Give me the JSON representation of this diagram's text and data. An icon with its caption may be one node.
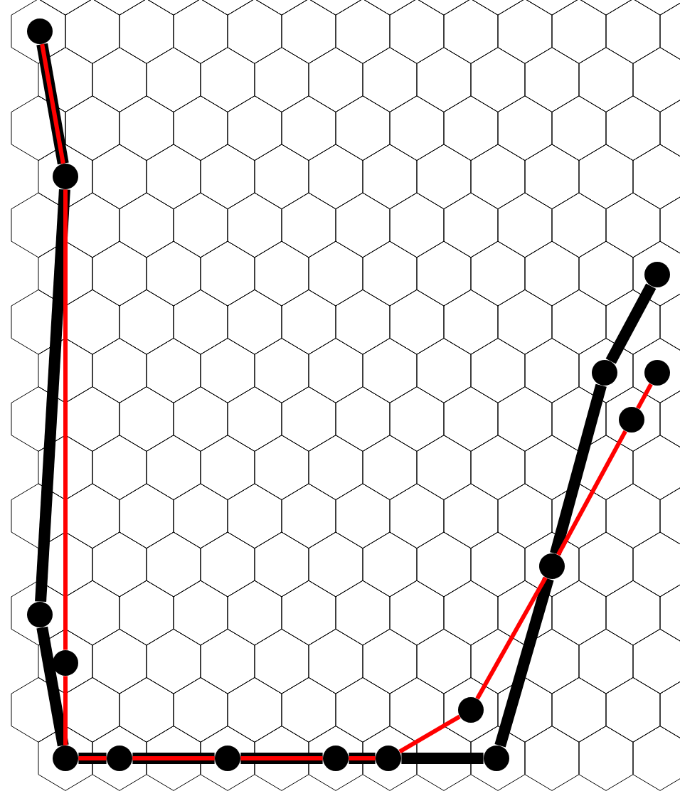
{
  "diagram": {
    "nodes": [
      {
        "text": [],
        "shape": "circle"
      },
      {
        "text": [],
        "shape": "circle"
      },
      {
        "text": [],
        "shape": "circle"
      },
      {
        "text": [],
        "shape": "circle"
      },
      {
        "text": [],
        "shape": "circle"
      },
      {
        "text": [],
        "shape": "circle"
      },
      {
        "text": [],
        "shape": "circle"
      },
      {
        "text": [],
        "shape": "circle"
      },
      {
        "text": [],
        "shape": "circle"
      },
      {
        "text": [],
        "shape": "circle"
      },
      {
        "text": [],
        "shape": "circle"
      },
      {
        "text": [],
        "shape": "circle"
      },
      {
        "text": [],
        "shape": "circle"
      },
      {
        "text": [],
        "shape": "circle"
      },
      {
        "text": [],
        "shape": "circle"
      },
      {
        "text": [],
        "shape": "circle"
      }
    ],
    "edges": [
      {
        "from": 0,
        "to": 1,
        "arrow": "none",
        "style": "thick"
      },
      {
        "from": 1,
        "to": 7,
        "arrow": "none",
        "style": "thick"
      },
      {
        "from": 7,
        "to": 10,
        "arrow": "none",
        "style": "thick"
      },
      {
        "from": 10,
        "to": 11,
        "arrow": "none",
        "style": "thick"
      },
      {
        "from": 11,
        "to": 12,
        "arrow": "none",
        "style": "thick"
      },
      {
        "from": 12,
        "to": 13,
        "arrow": "none",
        "style": "thick"
      },
      {
        "from": 13,
        "to": 14,
        "arrow": "none",
        "style": "thick"
      },
      {
        "from": 14,
        "to": 15,
        "arrow": "none",
        "style": "thick"
      },
      {
        "from": 15,
        "to": 6,
        "arrow": "none",
        "style": "thick"
      },
      {
        "from": 6,
        "to": 3,
        "arrow": "none",
        "style": "thick"
      },
      {
        "from": 3,
        "to": 2,
        "arrow": "none",
        "style": "thick"
      },
      {
        "from": 0,
        "to": 1,
        "arrow": "none",
        "color": "#ff0000"
      },
      {
        "from": 1,
        "to": 8,
        "arrow": "none",
        "color": "#ff0000"
      },
      {
        "from": 8,
        "to": 10,
        "arrow": "none",
        "color": "#ff0000"
      },
      {
        "from": 10,
        "to": 11,
        "arrow": "none",
        "color": "#ff0000"
      },
      {
        "from": 11,
        "to": 12,
        "arrow": "none",
        "color": "#ff0000"
      },
      {
        "from": 12,
        "to": 13,
        "arrow": "none",
        "color": "#ff0000"
      },
      {
        "from": 13,
        "to": 14,
        "arrow": "none",
        "color": "#ff0000"
      },
      {
        "from": 14,
        "to": 9,
        "arrow": "none",
        "color": "#ff0000"
      },
      {
        "from": 9,
        "to": 6,
        "arrow": "none",
        "color": "#ff0000"
      },
      {
        "from": 6,
        "to": 5,
        "arrow": "none",
        "color": "#ff0000"
      },
      {
        "from": 5,
        "to": 4,
        "arrow": "none",
        "color": "#ff0000"
      }
    ]
  }
}
